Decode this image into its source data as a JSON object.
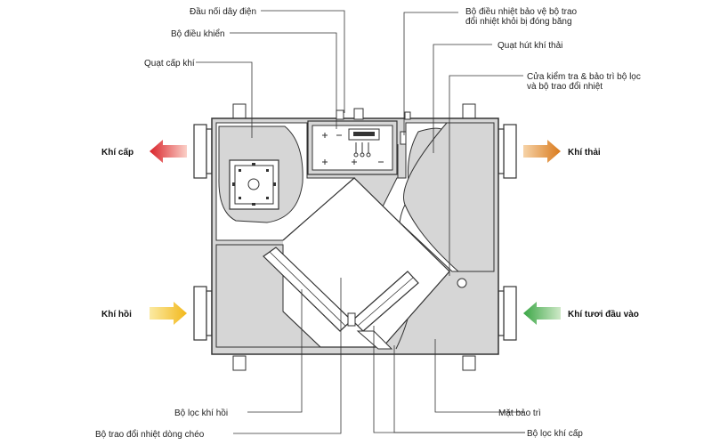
{
  "labels": {
    "dau_noi": "Đầu nối dây điện",
    "bo_dieu_khien": "Bộ điều khiển",
    "quat_cap": "Quạt cấp khí",
    "bo_dieu_nhiet_1": "Bộ điều nhiệt bảo vệ bộ trao",
    "bo_dieu_nhiet_2": "đổi nhiệt khỏi bị đóng băng",
    "quat_hut": "Quạt hút khí thải",
    "cua_kiem_tra_1": "Cửa kiểm tra & bảo trì bộ lọc",
    "cua_kiem_tra_2": "và bộ trao đổi nhiệt",
    "khi_cap": "Khí cấp",
    "khi_thai": "Khí thải",
    "khi_hoi": "Khí hồi",
    "khi_tuoi": "Khí tươi đầu vào",
    "bo_loc_hoi": "Bộ lọc khí hồi",
    "bo_trao_doi": "Bộ trao đổi nhiệt dòng chéo",
    "mat_bao_tri": "Mặt bảo trì",
    "bo_loc_cap": "Bộ lọc khí cấp"
  },
  "colors": {
    "supply_arrow": "#d9232a",
    "exhaust_arrow": "#d97a1c",
    "return_arrow": "#f2c21b",
    "fresh_arrow": "#3aa645",
    "panel_fill": "#d6d6d6",
    "outline": "#333333"
  }
}
